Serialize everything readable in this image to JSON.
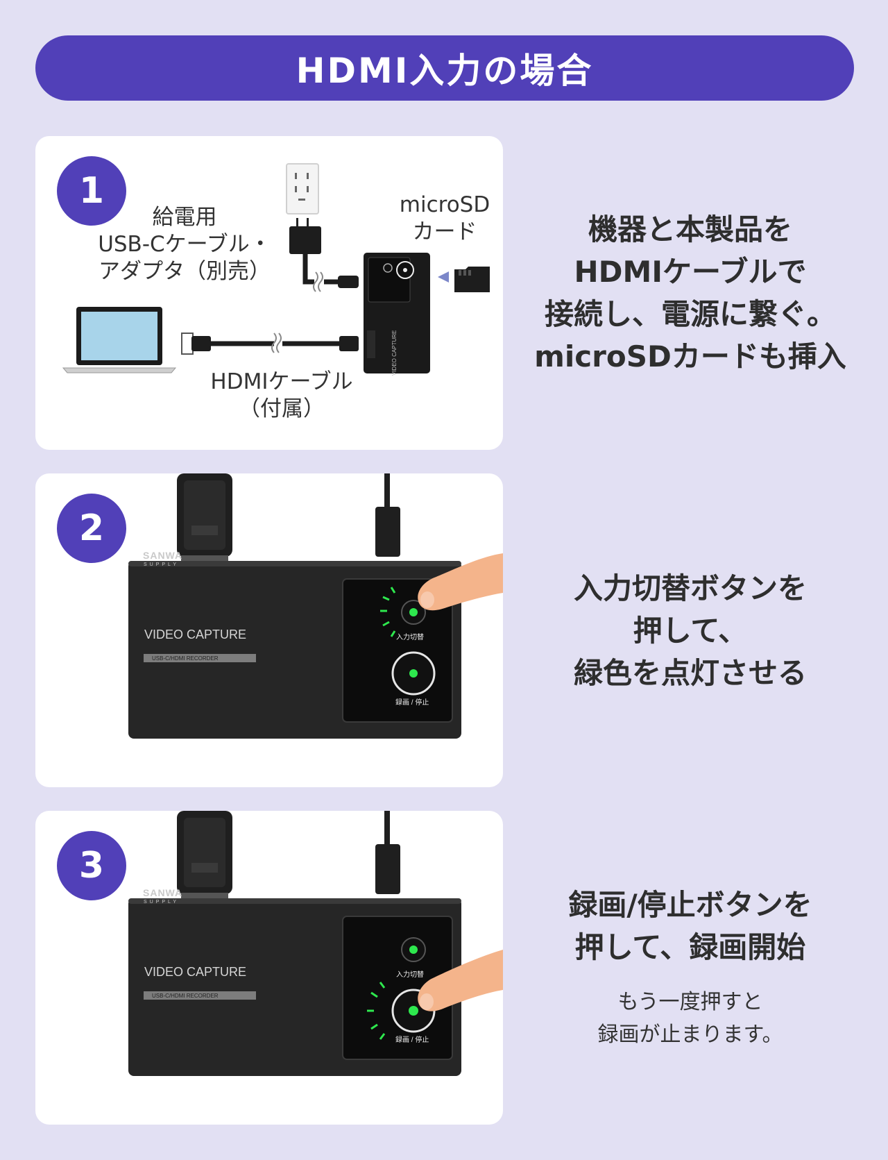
{
  "header": {
    "title": "HDMI入力の場合"
  },
  "steps": [
    {
      "number": "1",
      "description": [
        "機器と本製品を",
        "HDMIケーブルで",
        "接続し、電源に繋ぐ。",
        "microSDカードも挿入"
      ],
      "labels": {
        "power": [
          "給電用",
          "USB-Cケーブル・",
          "アダプタ（別売）"
        ],
        "microsd": [
          "microSD",
          "カード"
        ],
        "hdmi": [
          "HDMIケーブル",
          "（付属）"
        ]
      }
    },
    {
      "number": "2",
      "description": [
        "入力切替ボタンを",
        "押して、",
        "緑色を点灯させる"
      ]
    },
    {
      "number": "3",
      "description": [
        "録画/停止ボタンを",
        "押して、録画開始"
      ],
      "note": [
        "もう一度押すと",
        "録画が止まります。"
      ]
    }
  ],
  "device": {
    "brand": "SANWA",
    "brand_sub": "SUPPLY",
    "product": "VIDEO CAPTURE",
    "product_sub": "USB-C/HDMI RECORDER",
    "input_button_label": "入力切替",
    "record_button_label": "録画 / 停止",
    "led_color": "#2ee84e"
  }
}
